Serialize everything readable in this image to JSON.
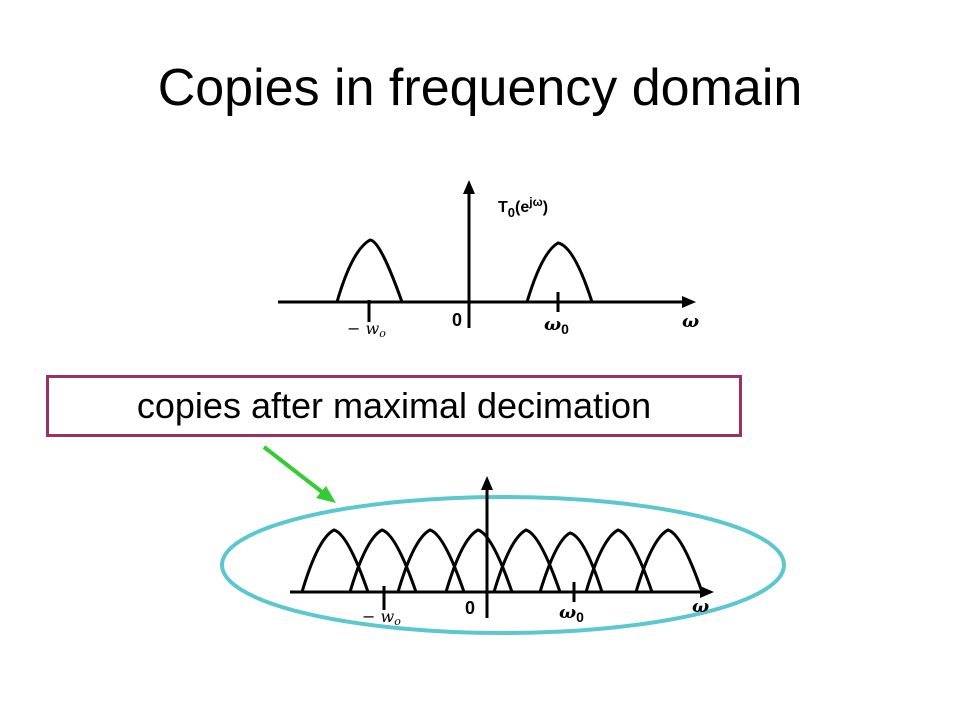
{
  "slide": {
    "title": "Copies in frequency domain",
    "caption": "copies after maximal decimation"
  },
  "top_plot": {
    "function_label_main": "T",
    "function_label_sub": "0",
    "function_label_arg_open": "(e",
    "function_label_sup": "jω",
    "function_label_arg_close": ")",
    "origin_label": "0",
    "omega0_label": "ω",
    "omega0_sub": "0",
    "neg_omega0_label": "− w",
    "neg_omega0_sub": "o",
    "axis_label": "ω"
  },
  "bottom_plot": {
    "origin_label": "0",
    "omega0_label": "ω",
    "omega0_sub": "0",
    "neg_omega0_label": "− w",
    "neg_omega0_sub": "o",
    "axis_label": "ω"
  },
  "colors": {
    "caption_border": "#993366",
    "arrow": "#33cc33",
    "ellipse": "#5bc8d0"
  }
}
